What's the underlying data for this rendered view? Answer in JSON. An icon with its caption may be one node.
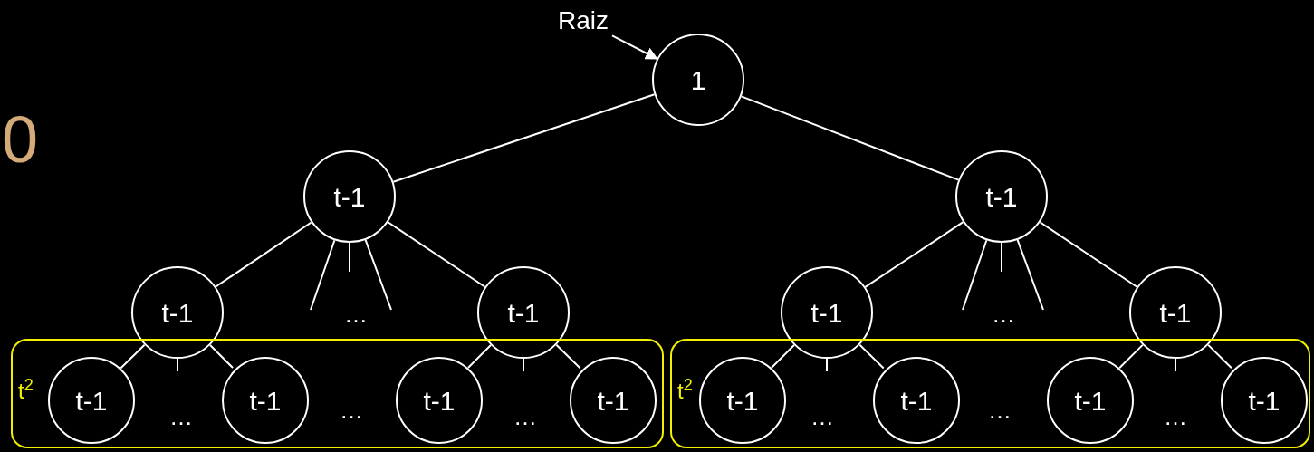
{
  "diagram": {
    "nodes": [
      {
        "text": [
          "Raiz"
        ]
      },
      {
        "text": [
          "1"
        ]
      },
      {
        "text": [
          "t-1"
        ]
      },
      {
        "text": [
          "t-1"
        ]
      },
      {
        "text": [
          "t-1"
        ]
      },
      {
        "text": [
          "t-1"
        ]
      },
      {
        "text": [
          "t-1"
        ]
      },
      {
        "text": [
          "t-1"
        ]
      },
      {
        "text": [
          "t$^{2}$"
        ]
      },
      {
        "text": [
          "t-1"
        ],
        "in": 8
      },
      {
        "text": [
          "t-1"
        ],
        "in": 8
      },
      {
        "text": [
          "t-1"
        ],
        "in": 8
      },
      {
        "text": [
          "t-1"
        ],
        "in": 8
      },
      {
        "text": [
          "t$^{2}$"
        ]
      },
      {
        "text": [
          "t-1"
        ],
        "in": 13
      },
      {
        "text": [
          "t-1"
        ],
        "in": 13
      },
      {
        "text": [
          "t-1"
        ],
        "in": 13
      },
      {
        "text": [
          "t-1"
        ],
        "in": 13
      }
    ],
    "edges": [
      {
        "from": 0,
        "to": 1,
        "arrow": "to"
      },
      {
        "from": 1,
        "to": 2,
        "arrow": "none"
      },
      {
        "from": 1,
        "to": 3,
        "arrow": "none"
      },
      {
        "from": 2,
        "to": 4,
        "arrow": "none"
      },
      {
        "from": 2,
        "to": null,
        "arrow": "none"
      },
      {
        "from": 2,
        "to": null,
        "arrow": "none"
      },
      {
        "from": 2,
        "to": null,
        "arrow": "none"
      },
      {
        "from": 2,
        "to": 5,
        "arrow": "none"
      },
      {
        "from": 3,
        "to": 6,
        "arrow": "none"
      },
      {
        "from": 3,
        "to": null,
        "arrow": "none"
      },
      {
        "from": 3,
        "to": null,
        "arrow": "none"
      },
      {
        "from": 3,
        "to": null,
        "arrow": "none"
      },
      {
        "from": 3,
        "to": 7,
        "arrow": "none"
      },
      {
        "from": 4,
        "to": 9,
        "arrow": "none"
      },
      {
        "from": 4,
        "to": null,
        "arrow": "none"
      },
      {
        "from": 4,
        "to": 10,
        "arrow": "none"
      },
      {
        "from": 5,
        "to": 11,
        "arrow": "none"
      },
      {
        "from": 5,
        "to": null,
        "arrow": "none"
      },
      {
        "from": 5,
        "to": 12,
        "arrow": "none"
      },
      {
        "from": 6,
        "to": 14,
        "arrow": "none"
      },
      {
        "from": 6,
        "to": null,
        "arrow": "none"
      },
      {
        "from": 6,
        "to": 15,
        "arrow": "none"
      },
      {
        "from": 7,
        "to": 16,
        "arrow": "none"
      },
      {
        "from": 7,
        "to": null,
        "arrow": "none"
      },
      {
        "from": 7,
        "to": 17,
        "arrow": "none"
      }
    ],
    "labels": [
      "0",
      "…",
      "…",
      "…",
      "…",
      "…",
      "…",
      "…",
      "…"
    ]
  }
}
